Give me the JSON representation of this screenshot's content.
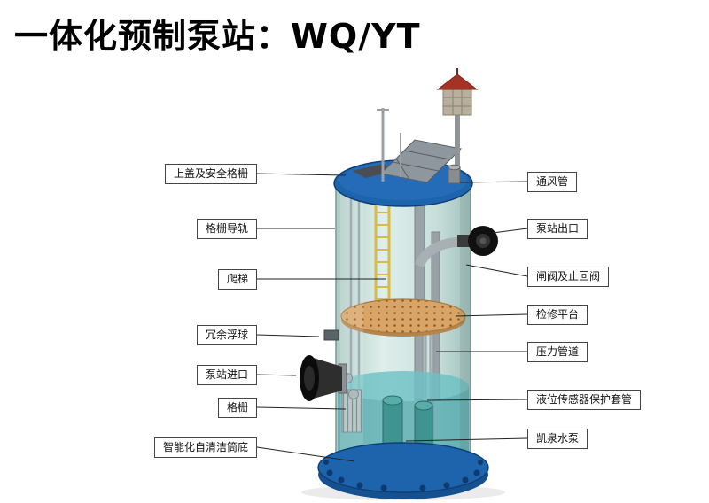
{
  "title": "一体化预制泵站：WQ/YT",
  "labels": {
    "left": [
      {
        "text": "上盖及安全格栅"
      },
      {
        "text": "格栅导轨"
      },
      {
        "text": "爬梯"
      },
      {
        "text": "冗余浮球"
      },
      {
        "text": "泵站进口"
      },
      {
        "text": "格栅"
      },
      {
        "text": "智能化自清洁筒底"
      }
    ],
    "right": [
      {
        "text": "通风管"
      },
      {
        "text": "泵站出口"
      },
      {
        "text": "闸阀及止回阀"
      },
      {
        "text": "检修平台"
      },
      {
        "text": "压力管道"
      },
      {
        "text": "液位传感器保护套管"
      },
      {
        "text": "凯泉水泵"
      }
    ]
  },
  "colors": {
    "lid_blue": "#1e64ad",
    "flange_dark": "#16518f",
    "body_teal": "#c2ddd8",
    "platform_tan": "#d9a566",
    "ladder_yellow": "#d9b93f",
    "water_teal": "#54aab0",
    "roof_red": "#a33326"
  }
}
